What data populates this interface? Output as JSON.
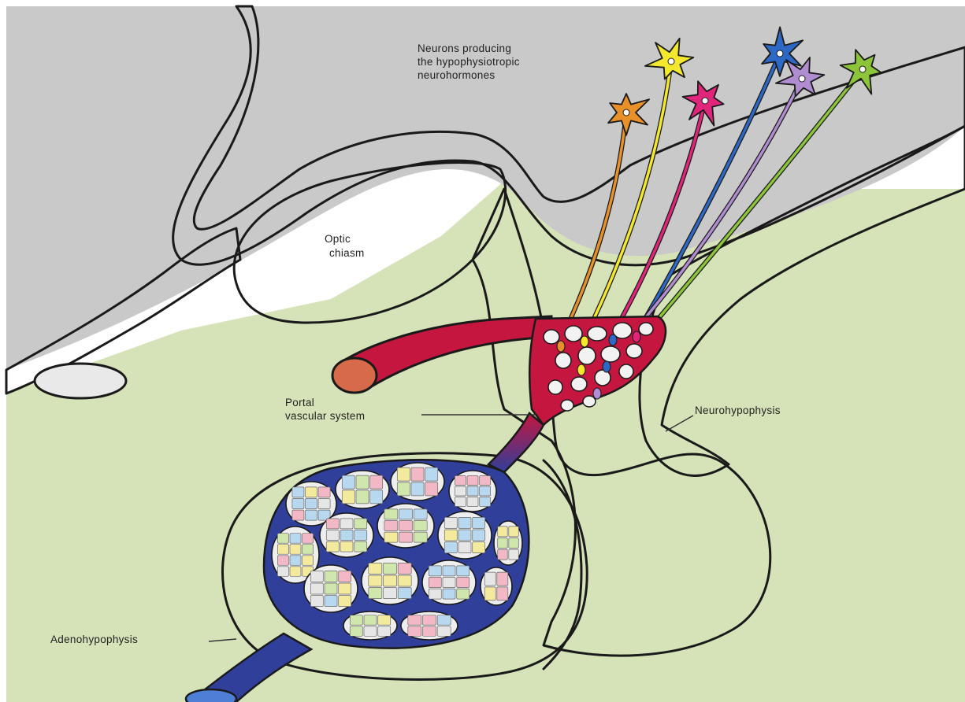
{
  "labels": {
    "neurons_line1": "Neurons producing",
    "neurons_line2": "the hypophysiotropic",
    "neurons_line3": "neurohormones",
    "optic_line1": "Optic",
    "optic_line2": "chiasm",
    "portal_line1": "Portal",
    "portal_line2": "vascular system",
    "neurohypophysis": "Neurohypophysis",
    "adenohypophysis": "Adenohypophysis"
  },
  "colors": {
    "background": "#ffffff",
    "brain_gray": "#c9c9c9",
    "green_tissue": "#d6e2b8",
    "light_tissue": "#e9e9e9",
    "outline": "#1a1a1a",
    "artery_red": "#c4163f",
    "vein_blue": "#2f3f9a",
    "artery_end": "#d76a4a",
    "vein_end": "#4d7fd6"
  },
  "neurons": [
    {
      "name": "orange-neuron",
      "color": "#e8912a"
    },
    {
      "name": "yellow-neuron",
      "color": "#f3e82e"
    },
    {
      "name": "magenta-neuron",
      "color": "#e0257a"
    },
    {
      "name": "blue-neuron",
      "color": "#2c68c4"
    },
    {
      "name": "lavender-neuron",
      "color": "#b08dd0"
    },
    {
      "name": "green-neuron",
      "color": "#8cc43a"
    }
  ],
  "cell_colors": [
    "#f2b8c6",
    "#f3ea9e",
    "#b8d8ef",
    "#cfe6ad",
    "#e6e6e6"
  ]
}
